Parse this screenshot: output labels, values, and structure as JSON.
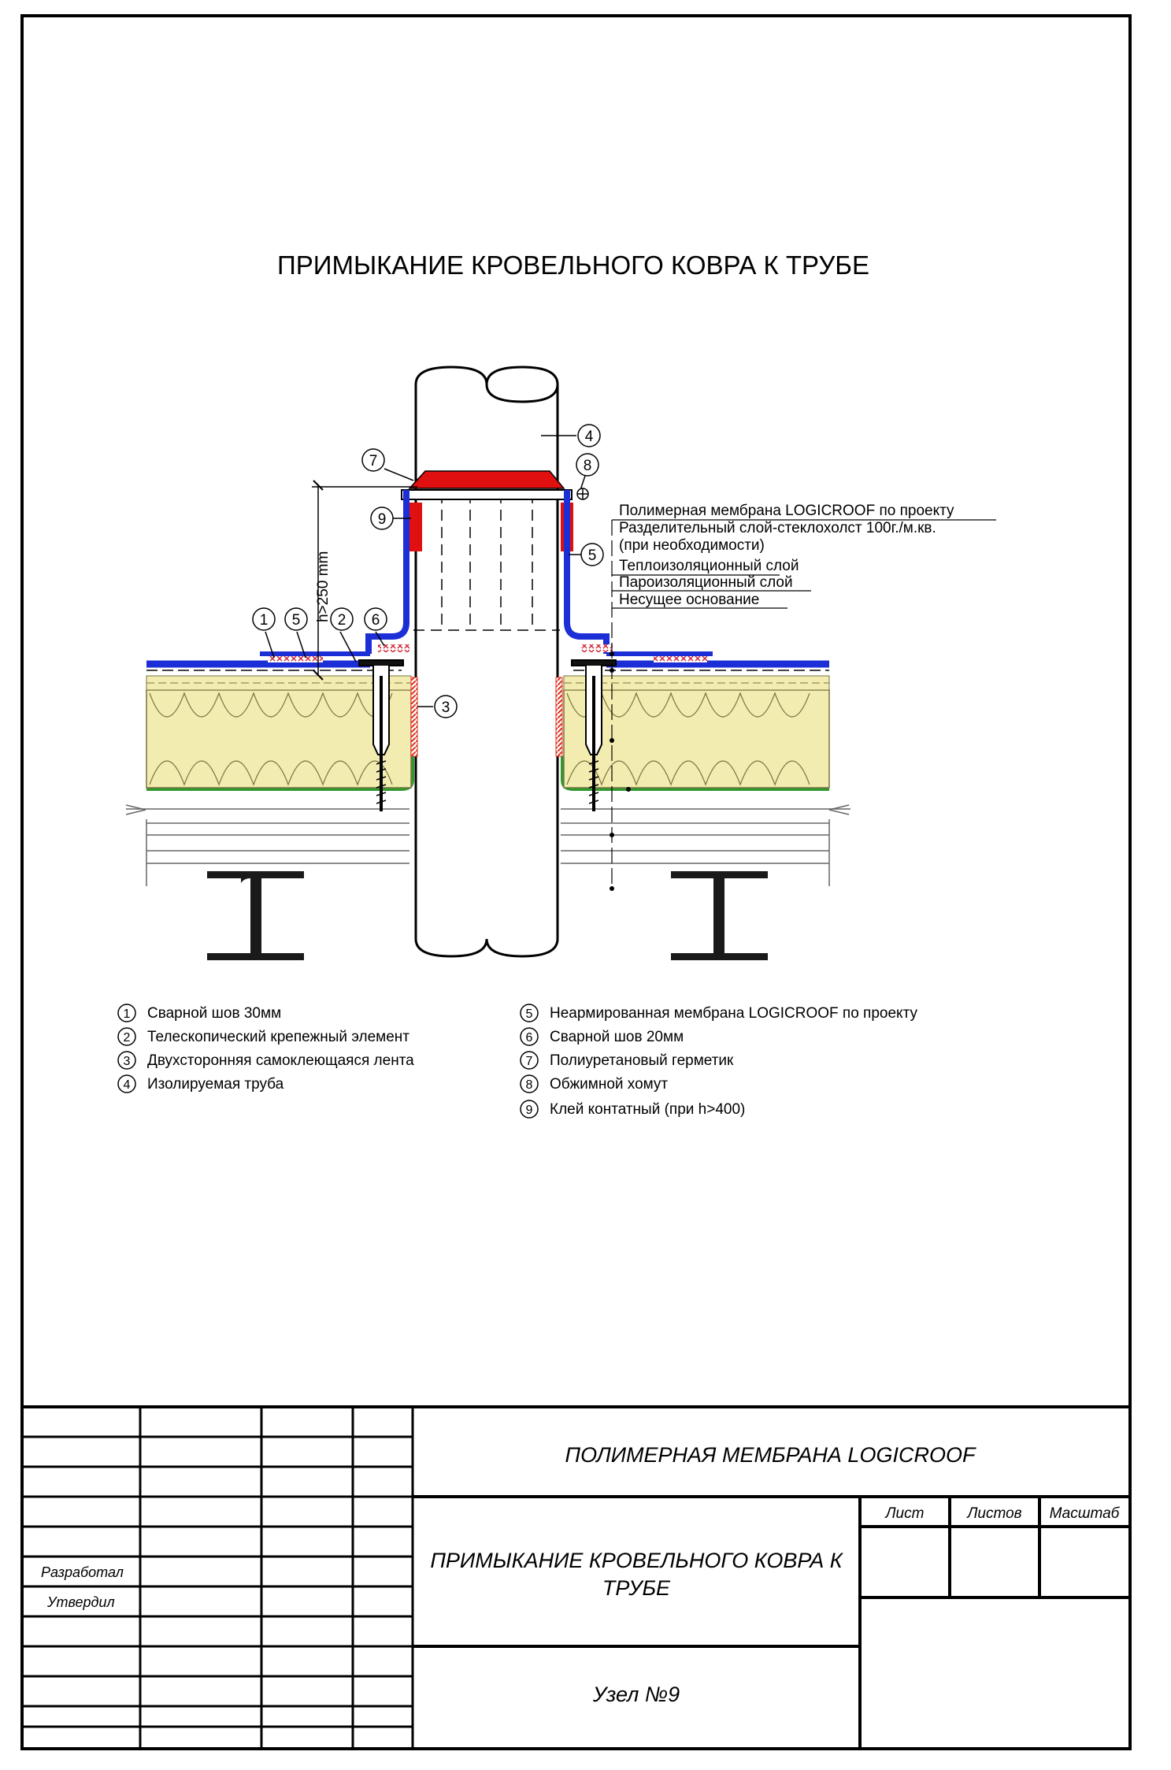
{
  "title": "ПРИМЫКАНИЕ КРОВЕЛЬНОГО КОВРА К ТРУБЕ",
  "dimension": "h>250 mm",
  "callouts": [
    "1",
    "5",
    "2",
    "6",
    "3",
    "7",
    "9",
    "4",
    "8",
    "5"
  ],
  "layer_labels": [
    "Полимерная мембрана LOGICROOF по проекту",
    "Разделительный слой-стеклохолст 100г./м.кв.",
    "(при необходимости)",
    "Теплоизоляционный слой",
    "Пароизоляционный слой",
    "Несущее основание"
  ],
  "legend": [
    {
      "num": "1",
      "text": "Сварной шов 30мм"
    },
    {
      "num": "2",
      "text": "Телескопический крепежный элемент"
    },
    {
      "num": "3",
      "text": "Двухсторонняя самоклеющаяся лента"
    },
    {
      "num": "4",
      "text": "Изолируемая труба"
    },
    {
      "num": "5",
      "text": "Неармированная мембрана LOGICROOF по проекту"
    },
    {
      "num": "6",
      "text": "Сварной шов 20мм"
    },
    {
      "num": "7",
      "text": "Полиуретановый герметик"
    },
    {
      "num": "8",
      "text": "Обжимной хомут"
    },
    {
      "num": "9",
      "text": "Клей контатный (при h>400)"
    }
  ],
  "stamp": {
    "company": "ПОЛИМЕРНАЯ МЕМБРАНА LOGICROOF",
    "drawing_title_line1": "ПРИМЫКАНИЕ КРОВЕЛЬНОГО КОВРА К",
    "drawing_title_line2": "ТРУБЕ",
    "node": "Узел №9",
    "sheet": "Лист",
    "sheets": "Листов",
    "scale": "Масштаб",
    "developed": "Разработал",
    "approved": "Утвердил"
  }
}
